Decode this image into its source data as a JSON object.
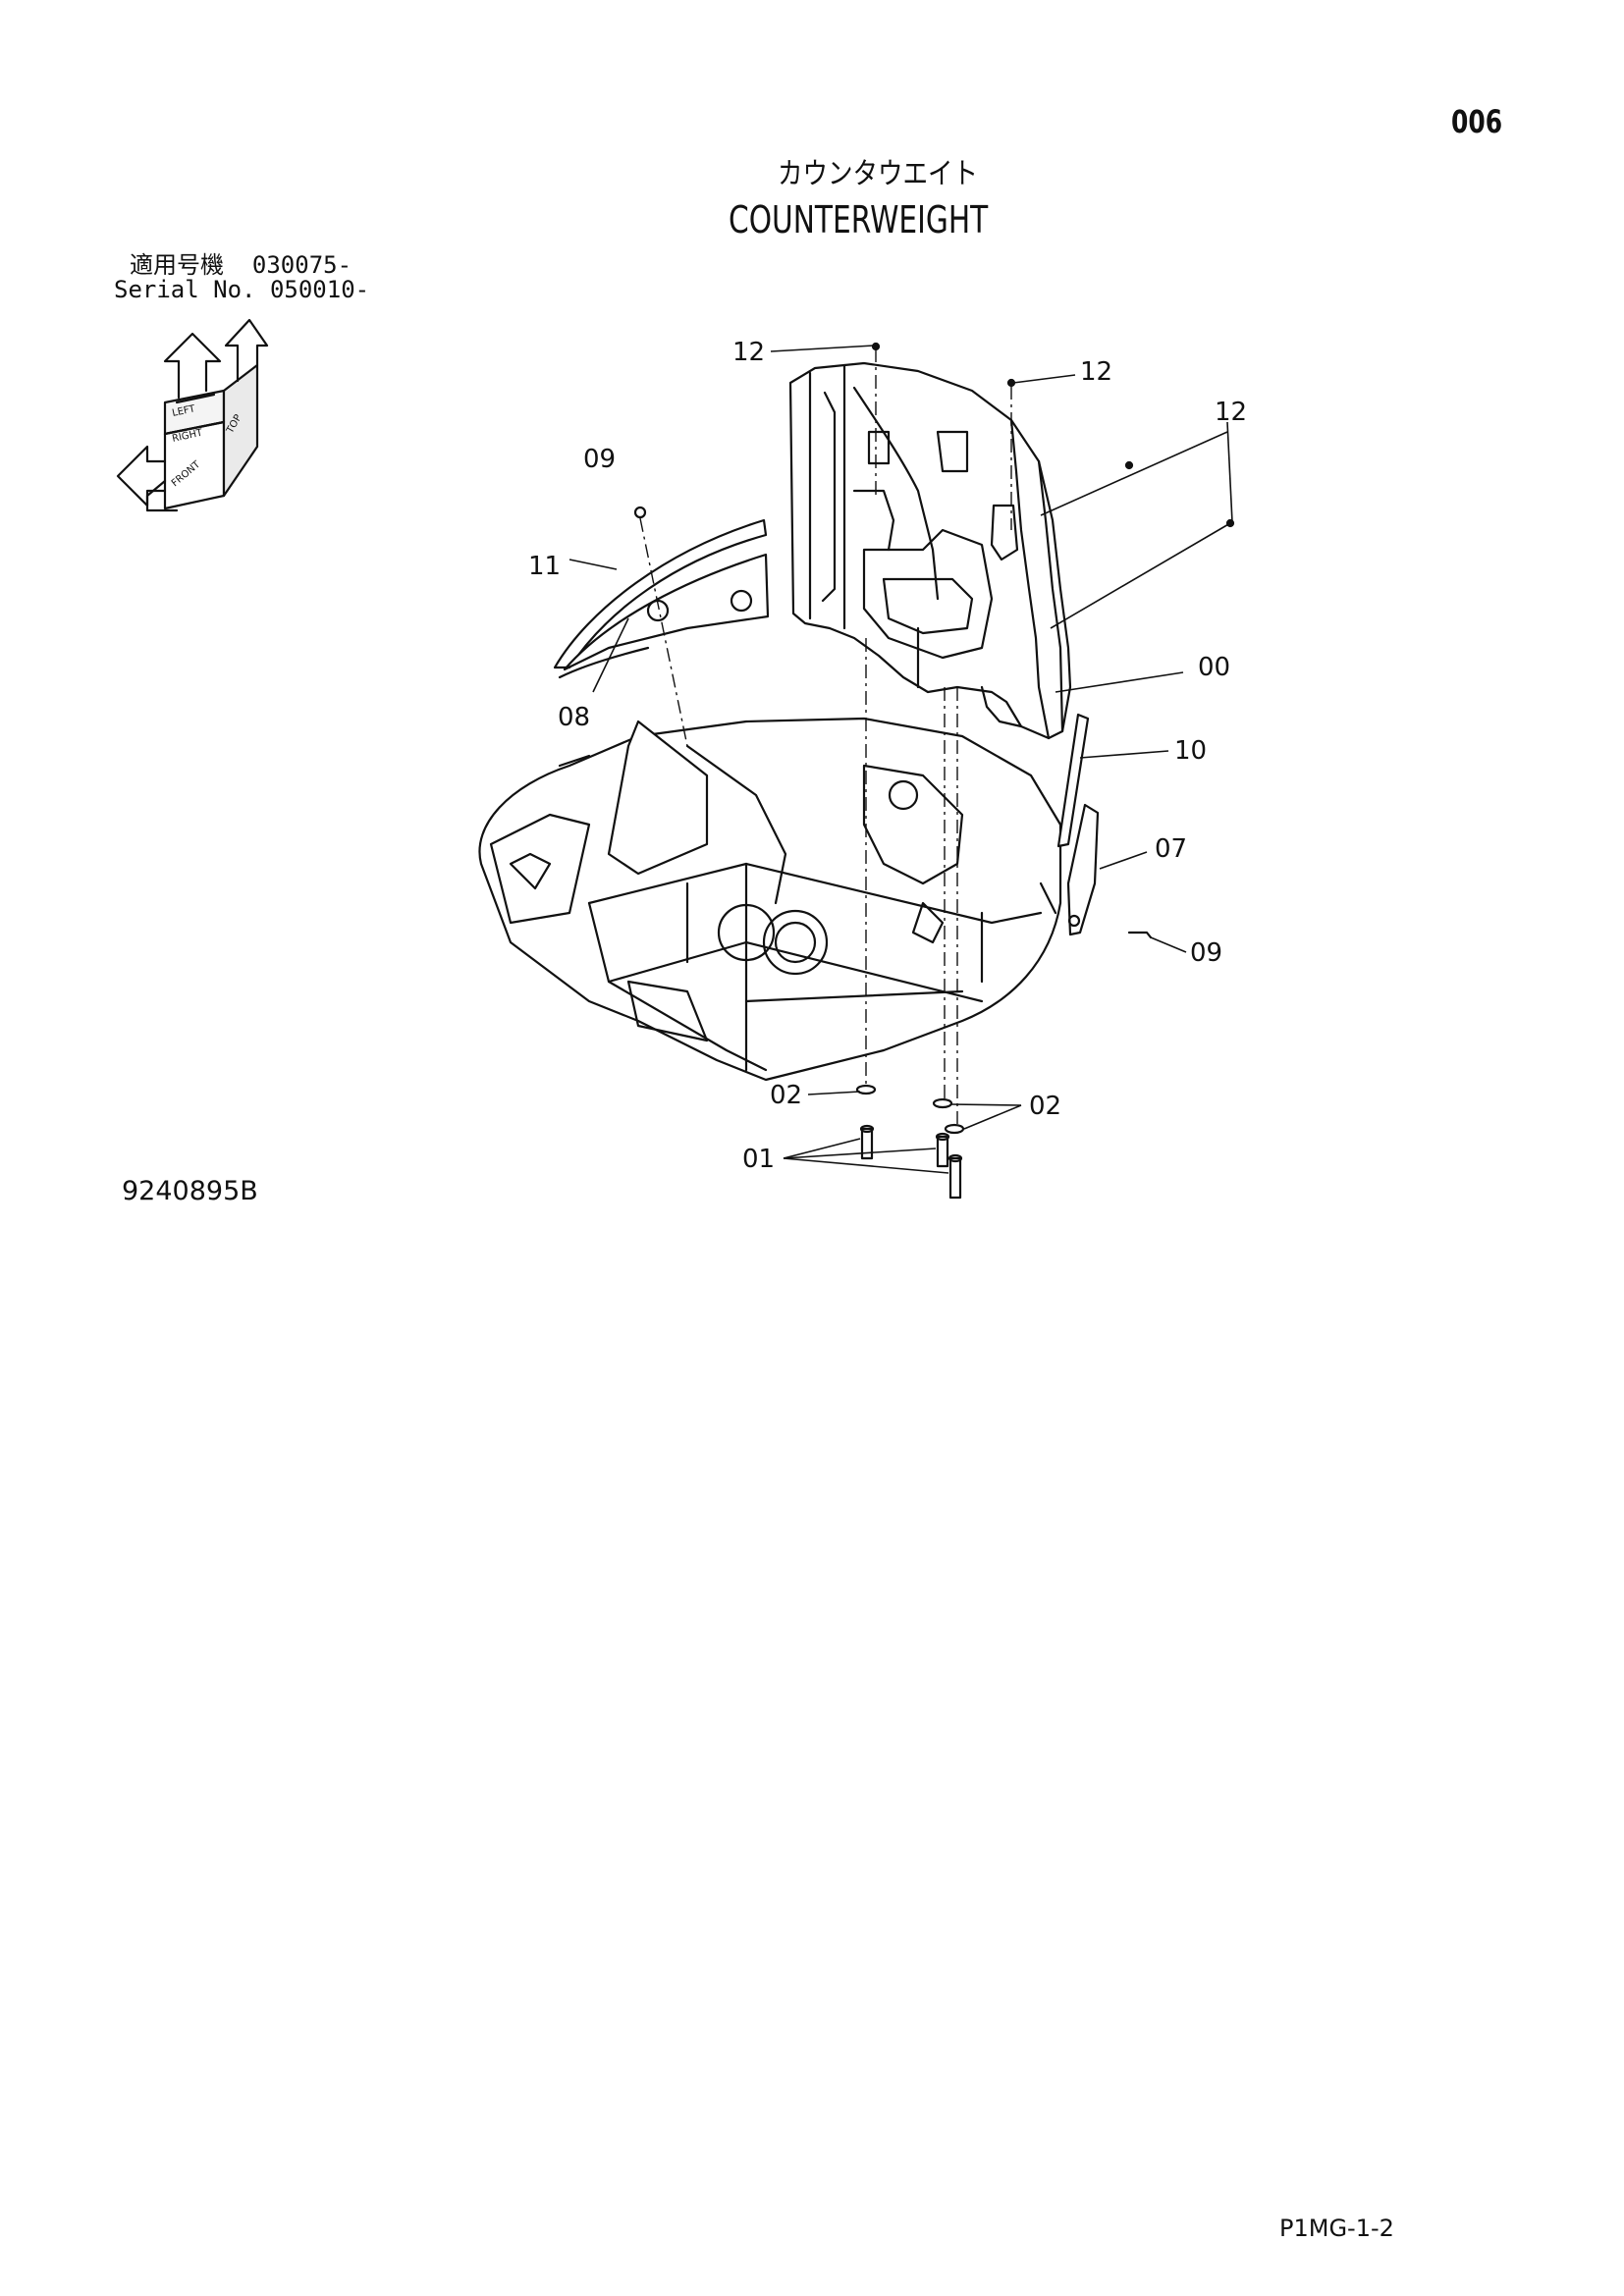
{
  "page_number": "006",
  "title_jp": "カウンタウエイト",
  "title_en": "COUNTERWEIGHT",
  "serial_label_jp": "適用号機",
  "serial_value_jp": "030075-",
  "serial_label_en": "Serial No.",
  "serial_value_en": "050010-",
  "drawing_id": "9240895B",
  "page_code": "P1MG-1-2",
  "orientation_icon": {
    "labels": [
      "TOP",
      "LEFT",
      "RIGHT",
      "FRONT"
    ]
  },
  "callouts": {
    "c12a": "12",
    "c12b": "12",
    "c12c": "12",
    "c09a": "09",
    "c11": "11",
    "c08": "08",
    "c00": "00",
    "c10": "10",
    "c07": "07",
    "c09b": "09",
    "c02a": "02",
    "c02b": "02",
    "c01": "01"
  }
}
